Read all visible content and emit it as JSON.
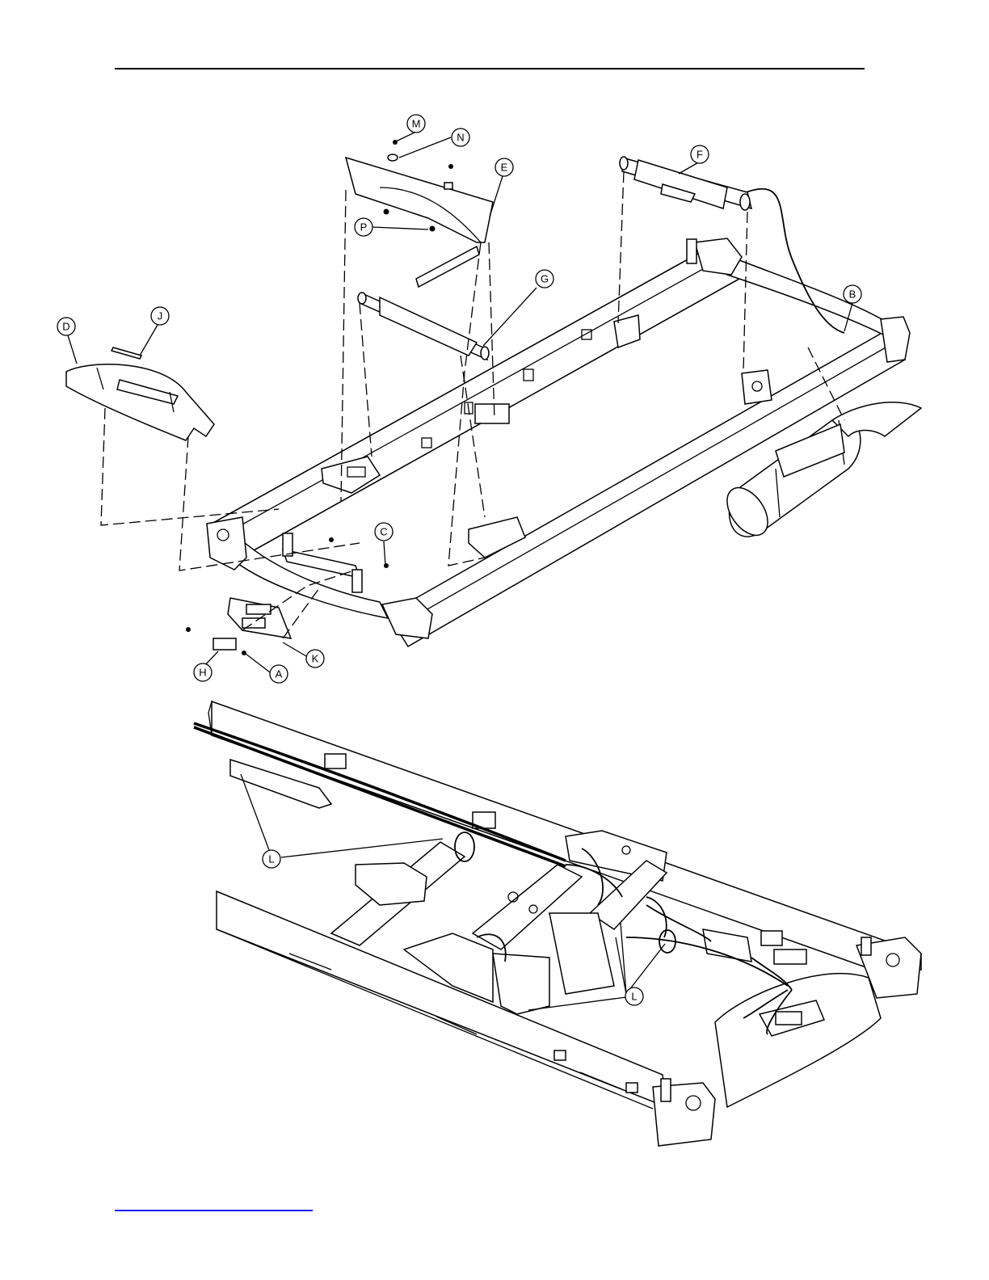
{
  "callouts": {
    "A": "A",
    "B": "B",
    "C": "C",
    "D": "D",
    "E": "E",
    "F": "F",
    "G": "G",
    "H": "H",
    "J": "J",
    "K": "K",
    "L": "L",
    "M": "M",
    "N": "N",
    "P": "P"
  },
  "colors": {
    "line": "#000000",
    "link_underline": "#1a1aff"
  },
  "icons": {
    "callout_shape": "circle-callout-icon"
  }
}
